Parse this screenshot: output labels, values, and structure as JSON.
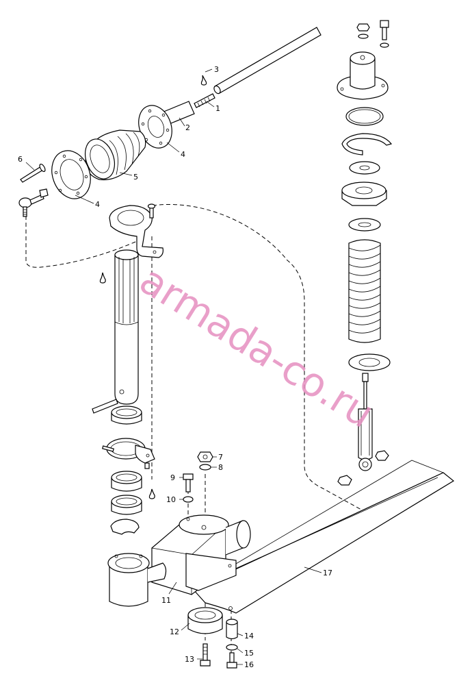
{
  "callouts": {
    "c1": "1",
    "c2": "2",
    "c3": "3",
    "c4a": "4",
    "c4b": "4",
    "c5": "5",
    "c6": "6",
    "c7": "7",
    "c8": "8",
    "c9": "9",
    "c10": "10",
    "c11": "11",
    "c12": "12",
    "c13": "13",
    "c14": "14",
    "c15": "15",
    "c16": "16",
    "c17": "17"
  },
  "watermark": "armada-co.ru",
  "colors": {
    "watermark": "#e68fc0",
    "line": "#000000",
    "background": "#ffffff"
  }
}
